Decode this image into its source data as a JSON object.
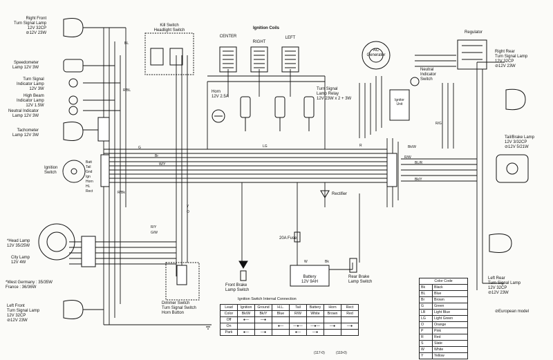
{
  "components": {
    "right_front_turn_lamp": [
      "Right Front",
      "Turn Signal Lamp",
      "12V 32CP",
      "⊘12V 23W"
    ],
    "speedometer_lamp": [
      "Speedometer",
      "Lamp 12V 3W"
    ],
    "turn_indicator_lamp": [
      "Turn Signal",
      "Indicator Lamp",
      "12V 3W"
    ],
    "high_beam_lamp": [
      "High Beam",
      "Indicator Lamp",
      "12V 1.5W"
    ],
    "neutral_indicator_lamp": [
      "Neutral Indicator",
      "Lamp 12V 3W"
    ],
    "tachometer_lamp": [
      "Tachometer",
      "Lamp 12V 3W"
    ],
    "ignition_switch": [
      "Ignition",
      "Switch"
    ],
    "kill_headlight_switch": [
      "Kill Switch",
      "Headlight Switch"
    ],
    "horn": [
      "Horn",
      "12V 2.5A"
    ],
    "ignition_coils": "Ignition Coils",
    "coil_center": "CENTER",
    "coil_right": "RIGHT",
    "coil_left": "LEFT",
    "ac_generator": [
      "AC",
      "Generator"
    ],
    "neutral_switch": [
      "Neutral",
      "Indicator",
      "Switch"
    ],
    "regulator": "Regulator",
    "right_rear_turn_lamp": [
      "Right Rear",
      "Turn Signal Lamp",
      "12V 32CP",
      "⊘12V 23W"
    ],
    "turn_relay": [
      "Turn Signal",
      "Lamp Relay",
      "12V 23W x 2 + 3W"
    ],
    "ignitor_unit": [
      "Ignitor",
      "Unit"
    ],
    "tail_brake_lamp": [
      "Tail/Brake Lamp",
      "12V 3/32CP",
      "⊘12V 5/21W"
    ],
    "rectifier": "Rectifier",
    "fuse": "20A Fuse",
    "head_lamp": [
      "*Head Lamp",
      "12V 35/25W"
    ],
    "city_lamp": [
      "City Lamp",
      "12V 4W"
    ],
    "west_germany_note": [
      "*West Germany : 35/35W",
      "France        : 36/36W"
    ],
    "front_brake_switch": [
      "Front Brake",
      "Lamp Switch"
    ],
    "battery": [
      "Battery",
      "12V 9AH"
    ],
    "rear_brake_switch": [
      "Rear Brake",
      "Lamp Switch"
    ],
    "left_front_turn_lamp": [
      "Left Front",
      "Turn Signal Lamp",
      "12V 32CP",
      "⊘12V 23W"
    ],
    "dimmer_switch": [
      "Dimmer Switch",
      "Turn Signal Switch",
      "Horn Button"
    ],
    "left_rear_turn_lamp": [
      "Left Rear",
      "Turn Signal Lamp",
      "12V 32CP",
      "⊘12V 23W"
    ],
    "european_model": "⊘European model"
  },
  "wire_labels": {
    "lg_top": "LG",
    "r_top": "R",
    "bk_w": "Bk/W",
    "r_w": "R/W",
    "bl_r": "BL/R",
    "bk_y": "Bk/Y",
    "g": "G",
    "br": "Br",
    "w_y": "W/Y",
    "r_bl": "R/BL",
    "r_bk": "R/Bk",
    "bl": "BL",
    "r_y": "R/Y",
    "g_w": "G/W",
    "w": "W",
    "y": "Y",
    "o": "O",
    "bk": "Bk",
    "r_g": "R/G",
    "batt": "Batt",
    "tail": "Tail",
    "gnd": "Gnd",
    "ign": "Ign",
    "horn": "Horn",
    "hl": "HL",
    "rect": "Rect"
  },
  "ignition_table": {
    "title": "Ignition Switch Internal Connection",
    "columns": [
      "Lead",
      "Ignition",
      "Ground",
      "H.L.",
      "Tail",
      "Battery",
      "Horn",
      "Rect"
    ],
    "color_row": [
      "Color",
      "Bk/W",
      "Bk/Y",
      "Blue",
      "R/W",
      "White",
      "Brown",
      "Red"
    ],
    "rows": [
      "Off",
      "On",
      "Park"
    ]
  },
  "color_code": {
    "title": "Color Code",
    "rows": [
      [
        "Bk",
        "Black"
      ],
      [
        "BL",
        "Blue"
      ],
      [
        "Br",
        "Brown"
      ],
      [
        "G",
        "Green"
      ],
      [
        "LB",
        "Light Blue"
      ],
      [
        "LG",
        "Light Green"
      ],
      [
        "O",
        "Orange"
      ],
      [
        "P",
        "Pink"
      ],
      [
        "R",
        "Red"
      ],
      [
        "S",
        "Slate"
      ],
      [
        "W",
        "White"
      ],
      [
        "Y",
        "Yellow"
      ]
    ]
  },
  "page_codes": [
    "(117-0)",
    "(119-0)"
  ]
}
